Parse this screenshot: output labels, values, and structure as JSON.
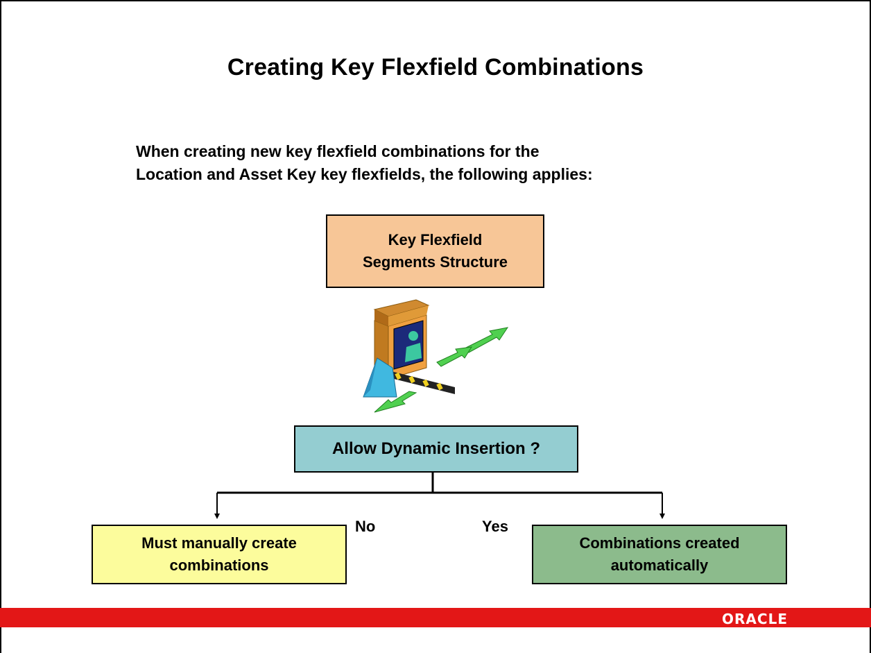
{
  "slide": {
    "title": "Creating Key Flexfield Combinations",
    "intro_line1": "When creating new key flexfield combinations for the",
    "intro_line2": "Location and Asset Key key flexfields, the following applies:"
  },
  "diagram": {
    "structure_box": {
      "line1": "Key Flexfield",
      "line2": "Segments Structure"
    },
    "question_box": "Allow Dynamic Insertion ?",
    "branch_no_label": "No",
    "branch_yes_label": "Yes",
    "manual_box": {
      "line1": "Must manually create",
      "line2": "combinations"
    },
    "auto_box": {
      "line1": "Combinations created",
      "line2": "automatically"
    },
    "gate_icon": "toll-gate-icon"
  },
  "footer": {
    "logo": "ORACLE",
    "band_color": "#e31717"
  },
  "colors": {
    "structure_box": "#f7c697",
    "question_box": "#94cdd1",
    "manual_box": "#fcfc9c",
    "auto_box": "#8cbb8c"
  }
}
